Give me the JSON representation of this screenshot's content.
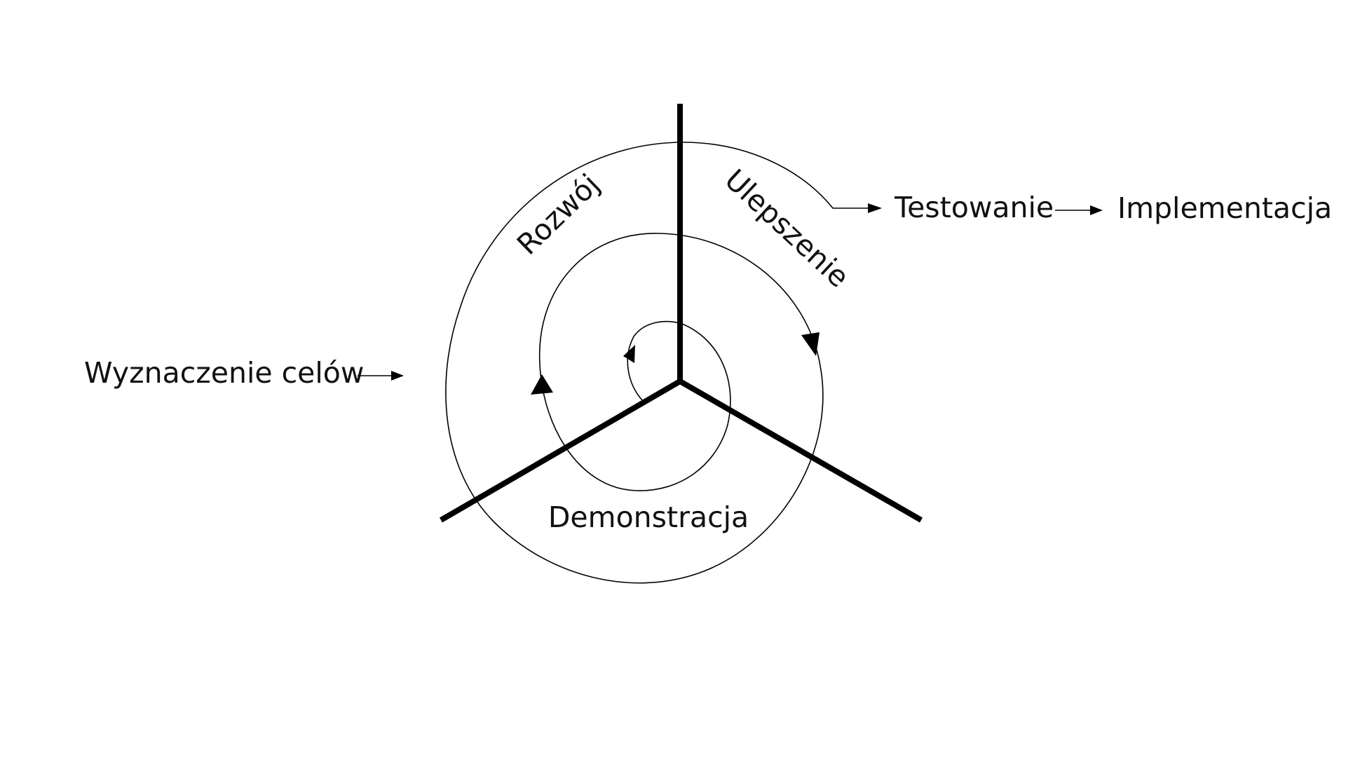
{
  "diagram": {
    "phases": {
      "top_left": "Rozwój",
      "top_right": "Ulepszenie",
      "bottom": "Demonstracja"
    },
    "start_label": "Wyznaczenie celów",
    "exit_steps": [
      "Testowanie",
      "Implementacja"
    ]
  }
}
